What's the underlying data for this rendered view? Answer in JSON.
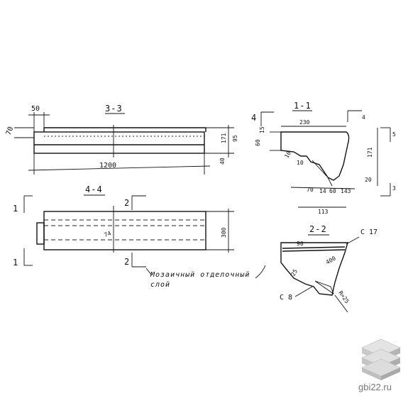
{
  "sections": {
    "s33": "3-3",
    "s44": "4-4",
    "s11": "1-1",
    "s22": "2-2"
  },
  "markers": {
    "m1a": "1",
    "m1b": "1",
    "m2a": "2",
    "m2b": "2",
    "m4": "4",
    "m4b": "4",
    "m5": "5",
    "m3": "3"
  },
  "dims": {
    "d50": "50",
    "d70": "70",
    "d1200": "1200",
    "d171a": "171",
    "d95": "95",
    "d40": "40",
    "d300": "300",
    "d74": "74",
    "d230": "230",
    "d15": "15",
    "d60": "60",
    "d171b": "171",
    "d10a": "10",
    "d10b": "10",
    "d20": "20",
    "d70b": "70",
    "d14": "14",
    "d60b": "60",
    "d143": "143",
    "d113": "113",
    "d90": "90",
    "d400": "400",
    "d25": "25",
    "dr25": "R=25"
  },
  "callouts": {
    "c17": "С 17",
    "c8": "С 8"
  },
  "note": {
    "line1": "Мозаичный отделочный",
    "line2": "слой"
  },
  "watermark": {
    "text": "gbi22.ru",
    "icon": "stacked-slabs-logo"
  }
}
